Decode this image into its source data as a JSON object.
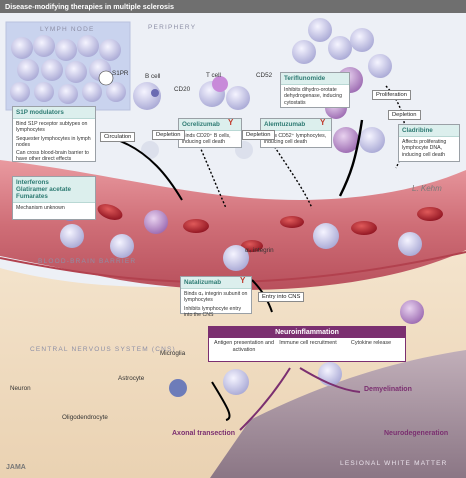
{
  "header": {
    "title": "Disease-modifying therapies in multiple sclerosis"
  },
  "regions": {
    "lymph_node": "LYMPH NODE",
    "periphery": "PERIPHERY",
    "blood_brain_barrier": "BLOOD-BRAIN BARRIER",
    "cns": "CENTRAL NERVOUS SYSTEM (CNS)",
    "lesional_white_matter": "LESIONAL WHITE MATTER"
  },
  "cells": {
    "s1pr": "S1PR",
    "b_cell": "B cell",
    "t_cell": "T cell",
    "cd20": "CD20",
    "cd52": "CD52",
    "alpha4_integrin": "α₄ integrin",
    "microglia": "Microglia",
    "astrocyte": "Astrocyte",
    "neuron": "Neuron",
    "oligodendrocyte": "Oligodendrocyte"
  },
  "drugs": {
    "s1p": {
      "title": "S1P modulators",
      "lines": [
        "Bind S1P receptor subtypes on lymphocytes",
        "Sequester lymphocytes in lymph nodes",
        "Can cross blood-brain barrier to have other direct effects"
      ]
    },
    "interferons": {
      "title_lines": [
        "Interferons",
        "Glatiramer acetate",
        "Fumarates"
      ],
      "lines": [
        "Mechanism unknown"
      ]
    },
    "teriflunomide": {
      "title": "Teriflunomide",
      "lines": [
        "Inhibits dihydro-orotate dehydrogenase, inducing cytostatis"
      ]
    },
    "cladribine": {
      "title": "Cladribine",
      "lines": [
        "Affects proliferating lymphocyte DNA, inducing cell death"
      ]
    },
    "ocrelizumab": {
      "title": "Ocrelizumab",
      "lines": [
        "Binds CD20⁺ B cells, inducing cell death"
      ]
    },
    "alemtuzumab": {
      "title": "Alemtuzumab",
      "lines": [
        "Binds CD52⁺ lymphocytes, inducing cell death"
      ]
    },
    "natalizumab": {
      "title": "Natalizumab",
      "lines": [
        "Binds α₄ integrin subunit on lymphocytes",
        "Inhibits lymphocyte entry into the CNS"
      ]
    }
  },
  "tags": {
    "circulation": "Circulation",
    "depletion_1": "Depletion",
    "depletion_2": "Depletion",
    "depletion_3": "Depletion",
    "proliferation": "Proliferation",
    "entry_cns": "Entry into CNS"
  },
  "neuroinflammation": {
    "title": "Neuroinflammation",
    "items": [
      "Antigen presentation and activation",
      "Immune cell recruitment",
      "Cytokine release"
    ]
  },
  "outcomes": {
    "demyelination": "Demyelination",
    "axonal_transection": "Axonal transection",
    "neurodegeneration": "Neurodegeneration"
  },
  "signature": "L. Kehm",
  "logo": "JAMA",
  "colors": {
    "teal": "#2e7b73",
    "purple": "#7b2f70",
    "vessel": "#c9616a",
    "rbc": "#b4232e"
  }
}
